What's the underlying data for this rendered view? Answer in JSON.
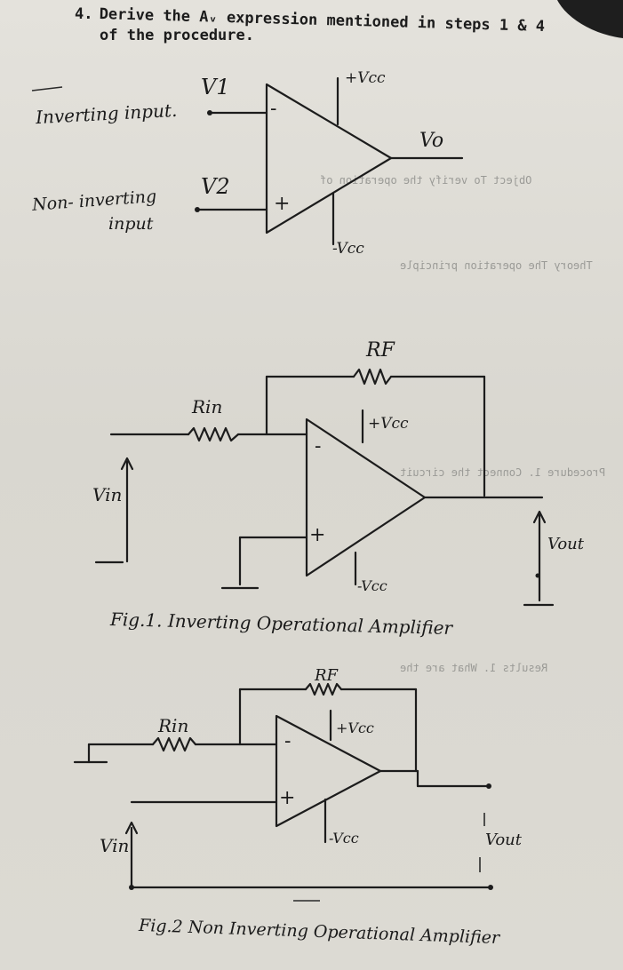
{
  "header": {
    "item_number": "4.",
    "line1": "Derive the Aᵥ expression mentioned in steps 1 & 4",
    "line2": "of the procedure."
  },
  "opamp_basic": {
    "v1": "V1",
    "v2": "V2",
    "inverting_label": "Inverting input.",
    "noninverting_label_1": "Non- inverting",
    "noninverting_label_2": "input",
    "minus": "-",
    "plus": "+",
    "vcc_pos": "+Vcc",
    "vcc_neg": "-Vcc",
    "vo": "Vo"
  },
  "fig1": {
    "rf": "RF",
    "rin": "Rin",
    "vcc_pos": "+Vcc",
    "vcc_neg": "-Vcc",
    "vin": "Vin",
    "vout": "Vout",
    "minus": "-",
    "plus": "+",
    "caption": "Fig.1. Inverting Operational Amplifier"
  },
  "fig2": {
    "rf": "RF",
    "rin": "Rin",
    "vcc_pos": "+Vcc",
    "vcc_neg": "-Vcc",
    "vin": "Vin",
    "vout": "Vout",
    "minus": "-",
    "plus": "+",
    "caption": "Fig.2 Non Inverting Operational Amplifier"
  },
  "colors": {
    "ink": "#1c1c1c",
    "paper": "#dedcd5",
    "bleed": "#9a9a96"
  }
}
